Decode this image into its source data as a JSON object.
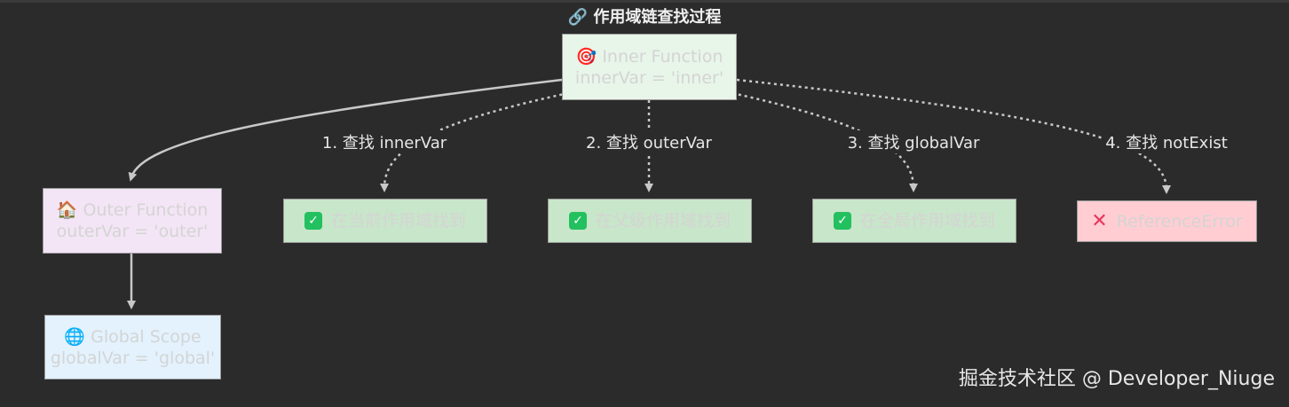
{
  "title": {
    "icon": "link-icon",
    "text": "作用域链查找过程"
  },
  "nodes": {
    "inner": {
      "icon": "🎯",
      "title": "Inner Function",
      "detail": "innerVar = 'inner'",
      "fill": "#e8f5e9"
    },
    "outer": {
      "icon": "🏠",
      "title": "Outer Function",
      "detail": "outerVar = 'outer'",
      "fill": "#f3e5f5"
    },
    "global": {
      "icon": "🌐",
      "title": "Global Scope",
      "detail": "globalVar = 'global'",
      "fill": "#e3f2fd"
    },
    "found1": {
      "icon": "✓",
      "text": "在当前作用域找到",
      "fill": "#c8e6c9"
    },
    "found2": {
      "icon": "✓",
      "text": "在父级作用域找到",
      "fill": "#c8e6c9"
    },
    "found3": {
      "icon": "✓",
      "text": "在全局作用域找到",
      "fill": "#c8e6c9"
    },
    "error": {
      "icon": "✕",
      "text": "ReferenceError",
      "fill": "#ffcdd2"
    }
  },
  "edges": {
    "e1": "1. 查找 innerVar",
    "e2": "2. 查找 outerVar",
    "e3": "3. 查找 globalVar",
    "e4": "4. 查找 notExist"
  },
  "watermark": "掘金技术社区 @ Developer_Niuge"
}
